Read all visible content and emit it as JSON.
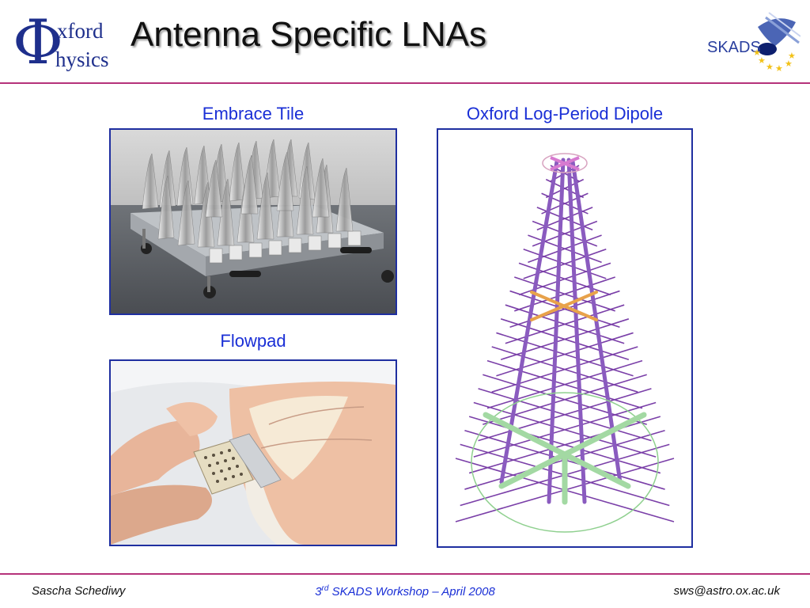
{
  "header": {
    "title": "Antenna Specific LNAs",
    "logo_left_symbol": "Φ",
    "logo_left_line1": "xford",
    "logo_left_line2": "hysics",
    "logo_right_text": "SKADS"
  },
  "panels": {
    "embrace": {
      "caption": "Embrace Tile"
    },
    "flowpad": {
      "caption": "Flowpad"
    },
    "dipole": {
      "caption": "Oxford Log-Period Dipole"
    }
  },
  "footer": {
    "author": "Sascha Schediwy",
    "event_ordinal": "3",
    "event_ordinal_suffix": "rd",
    "event_rest": " SKADS Workshop – April 2008",
    "email": "sws@astro.ox.ac.uk"
  },
  "colors": {
    "accent_rule": "#b5327a",
    "caption_blue": "#1a2fd6",
    "frame_border": "#1f2fa0",
    "oxford_blue": "#1e2f8c",
    "dipole_purple": "#7a3fa8",
    "dipole_orange": "#e8a24a",
    "dipole_green": "#8fd08f"
  },
  "icons": [
    "oxford-physics-logo-icon",
    "skads-logo-icon",
    "eu-stars-icon"
  ]
}
